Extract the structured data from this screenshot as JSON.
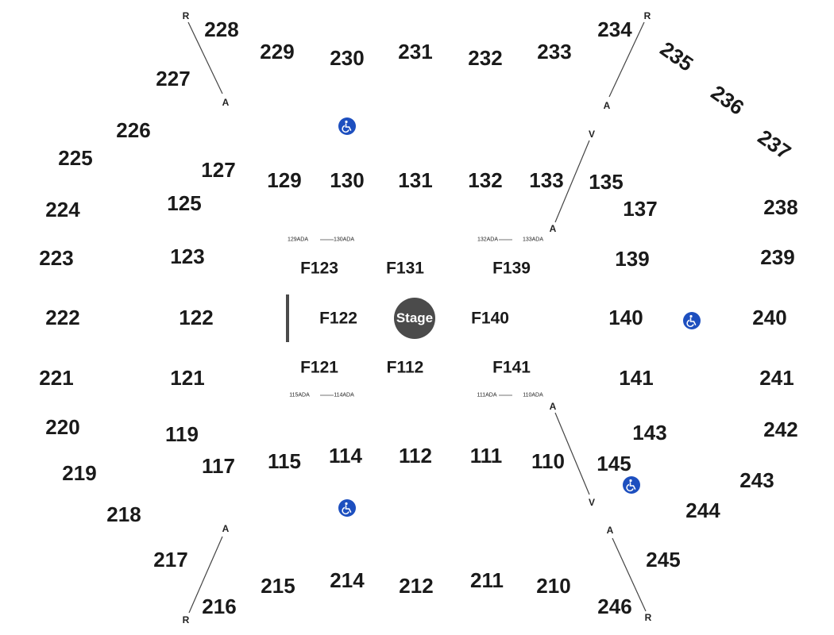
{
  "stage": {
    "label": "Stage"
  },
  "sections_200": [
    "228",
    "229",
    "230",
    "231",
    "232",
    "233",
    "234",
    "235",
    "236",
    "237",
    "227",
    "226",
    "225",
    "224",
    "223",
    "222",
    "221",
    "220",
    "219",
    "218",
    "217",
    "216",
    "215",
    "214",
    "212",
    "211",
    "210",
    "246",
    "245",
    "244",
    "243",
    "242",
    "241",
    "240",
    "239",
    "238"
  ],
  "sections_100": [
    "127",
    "129",
    "130",
    "131",
    "132",
    "133",
    "135",
    "137",
    "125",
    "123",
    "122",
    "121",
    "119",
    "117",
    "115",
    "114",
    "112",
    "111",
    "110",
    "145",
    "143",
    "141",
    "140",
    "139"
  ],
  "sections_floor": [
    "F123",
    "F131",
    "F139",
    "F122",
    "F140",
    "F121",
    "F112",
    "F141"
  ],
  "ada_labels": [
    "129ADA",
    "130ADA",
    "132ADA",
    "133ADA",
    "115ADA",
    "114ADA",
    "111ADA",
    "110ADA"
  ],
  "row_markers": [
    "R",
    "A",
    "R",
    "A",
    "V",
    "A",
    "A",
    "R",
    "A",
    "V",
    "A",
    "R"
  ],
  "accessible_icons": [
    "wheelchair-icon",
    "wheelchair-icon",
    "wheelchair-icon",
    "wheelchair-icon"
  ],
  "colors": {
    "stage": "#4b4b4b",
    "accessible": "#1d4fbf",
    "text": "#1a1a1a"
  }
}
